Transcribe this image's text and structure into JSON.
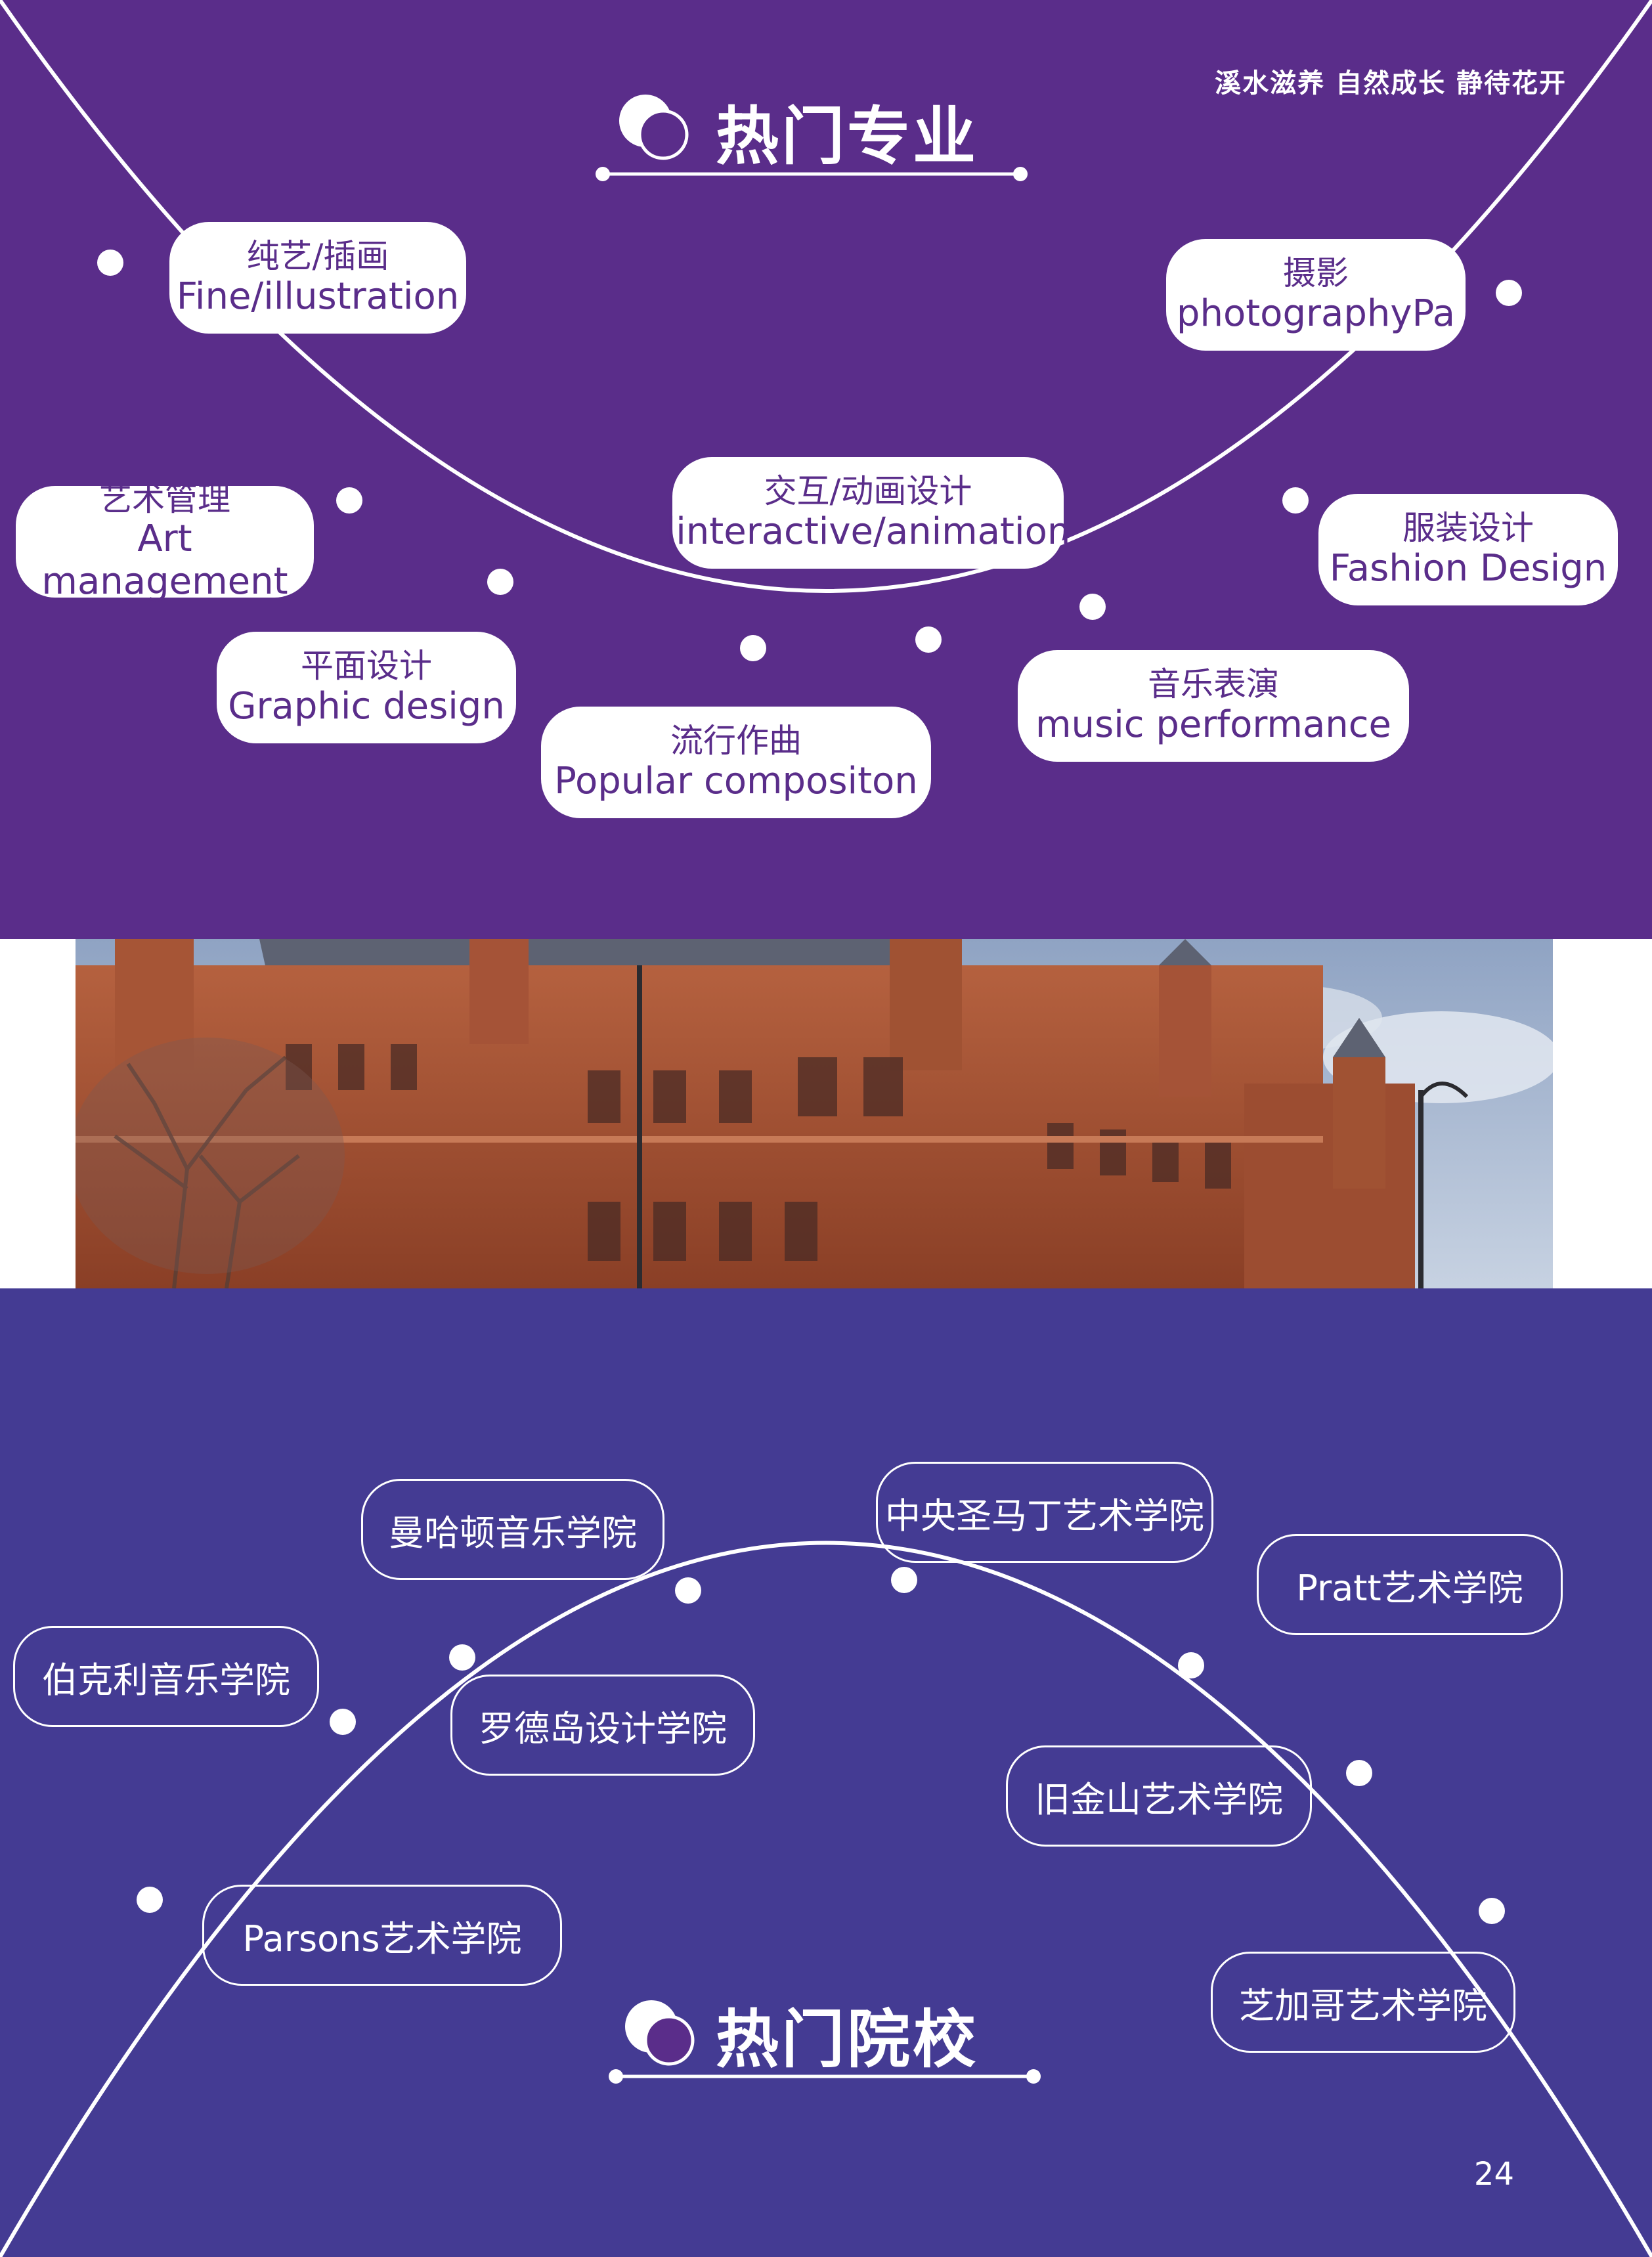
{
  "slogan": "溪水滋养 自然成长 静待花开",
  "majors": {
    "title": "热门专业",
    "items": [
      {
        "cn": "纯艺/插画",
        "en": "Fine/illustration"
      },
      {
        "cn": "摄影",
        "en": "photographyPa"
      },
      {
        "cn": "艺术管理",
        "en": "Art management"
      },
      {
        "cn": "交互/动画设计",
        "en": "linteractive/animation"
      },
      {
        "cn": "服装设计",
        "en": "Fashion Design"
      },
      {
        "cn": "平面设计",
        "en": "Graphic design"
      },
      {
        "cn": "音乐表演",
        "en": "music performance"
      },
      {
        "cn": "流行作曲",
        "en": "Popular compositon"
      }
    ]
  },
  "schools": {
    "title": "热门院校",
    "items": [
      "曼哈顿音乐学院",
      "中央圣马丁艺术学院",
      "Pratt艺术学院",
      "伯克利音乐学院",
      "罗德岛设计学院",
      "旧金山艺术学院",
      "Parsons艺术学院",
      "芝加哥艺术学院"
    ]
  },
  "page_number": "24",
  "colors": {
    "top_bg": "#5a2d8a",
    "bottom_bg": "#443b93",
    "accent": "#ffffff"
  }
}
